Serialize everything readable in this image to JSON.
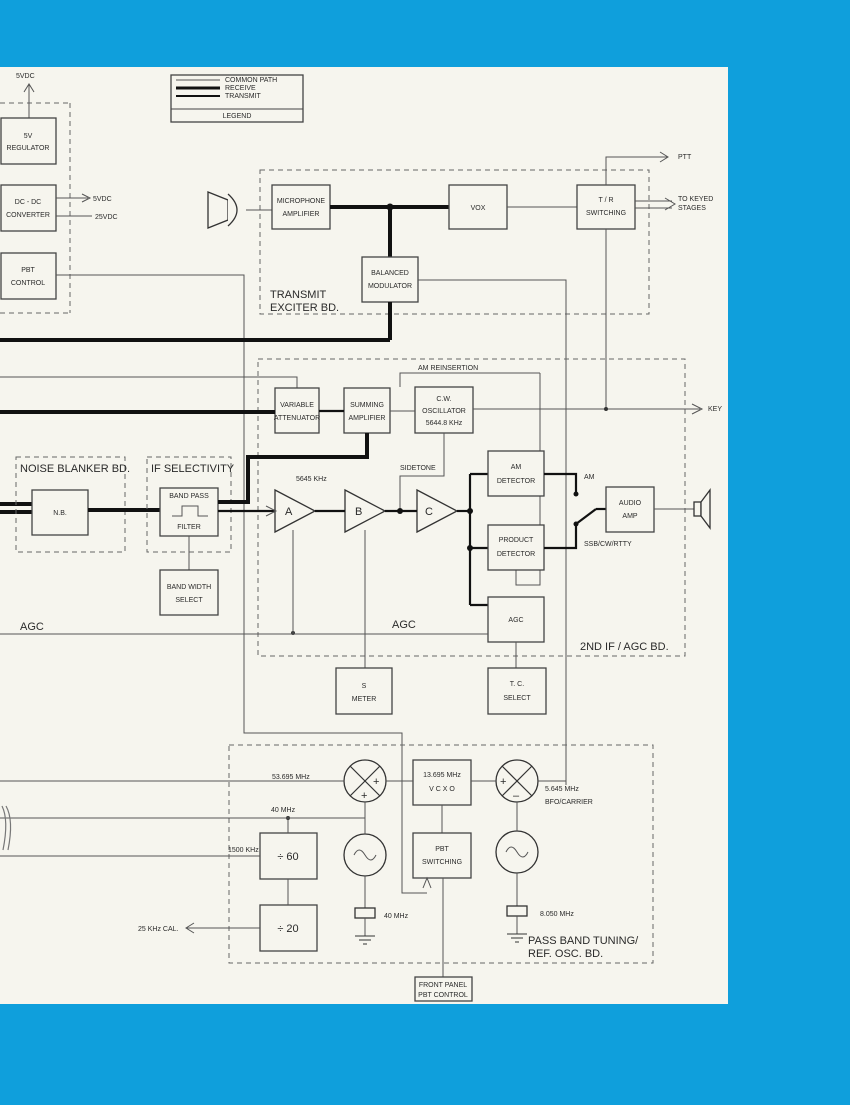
{
  "legend": {
    "common": "COMMON PATH",
    "receive": "RECEIVE",
    "transmit": "TRANSMIT",
    "title": "LEGEND"
  },
  "blocks": {
    "reg5v": [
      "5V",
      "REGULATOR"
    ],
    "dcdc": [
      "DC - DC",
      "CONVERTER"
    ],
    "pbt_control": [
      "PBT",
      "CONTROL"
    ],
    "mic_amp": [
      "MICROPHONE",
      "AMPLIFIER"
    ],
    "vox": "VOX",
    "tr_switch": [
      "T / R",
      "SWITCHING"
    ],
    "bal_mod": [
      "BALANCED",
      "MODULATOR"
    ],
    "var_att": [
      "VARIABLE",
      "ATTENUATOR"
    ],
    "sum_amp": [
      "SUMMING",
      "AMPLIFIER"
    ],
    "cw_osc": [
      "C.W.",
      "OSCILLATOR",
      "5644.8 KHz"
    ],
    "nb": "N.B.",
    "bpf": [
      "BAND PASS",
      "FILTER"
    ],
    "bw_select": [
      "BAND WIDTH",
      "SELECT"
    ],
    "am_det": [
      "AM",
      "DETECTOR"
    ],
    "prod_det": [
      "PRODUCT",
      "DETECTOR"
    ],
    "agc_box": "AGC",
    "audio_amp": [
      "AUDIO",
      "AMP"
    ],
    "s_meter": [
      "S",
      "METER"
    ],
    "tc_select": [
      "T. C.",
      "SELECT"
    ],
    "vcxo": [
      "13.695 MHz",
      "V C X O"
    ],
    "pbt_sw": [
      "PBT",
      "SWITCHING"
    ],
    "div60": "÷ 60",
    "div20": "÷ 20",
    "front_panel": [
      "FRONT PANEL",
      "PBT CONTROL"
    ],
    "amp_a": "A",
    "amp_b": "B",
    "amp_c": "C"
  },
  "sections": {
    "transmit_exciter": [
      "TRANSMIT",
      "EXCITER BD."
    ],
    "noise_blanker": "NOISE BLANKER BD.",
    "if_selectivity": "IF SELECTIVITY",
    "if_agc": "2ND IF / AGC BD.",
    "pbt_ref": [
      "PASS BAND TUNING/",
      "REF. OSC. BD."
    ]
  },
  "labels": {
    "v5_top": "5VDC",
    "v5_out": "5VDC",
    "v25_out": "25VDC",
    "ptt": "PTT",
    "keyed": [
      "TO KEYED",
      "STAGES"
    ],
    "key": "KEY",
    "am_reinsertion": "AM REINSERTION",
    "sidetone": "SIDETONE",
    "freq_5645": "5645 KHz",
    "am": "AM",
    "ssb": "SSB/CW/RTTY",
    "agc_left": "AGC",
    "agc_mid": "AGC",
    "f53": "53.695 MHz",
    "f40": "40 MHz",
    "f1500": "1500 KHz",
    "f25cal": "25 KHz CAL.",
    "f40x": "40 MHz",
    "f8": "8.050 MHz",
    "bfo_freq": "5.645 MHz",
    "bfo": "BFO/CARRIER"
  },
  "colors": {
    "background": "#0f9fdc",
    "paper": "#f6f5ee",
    "ink": "#222222"
  }
}
